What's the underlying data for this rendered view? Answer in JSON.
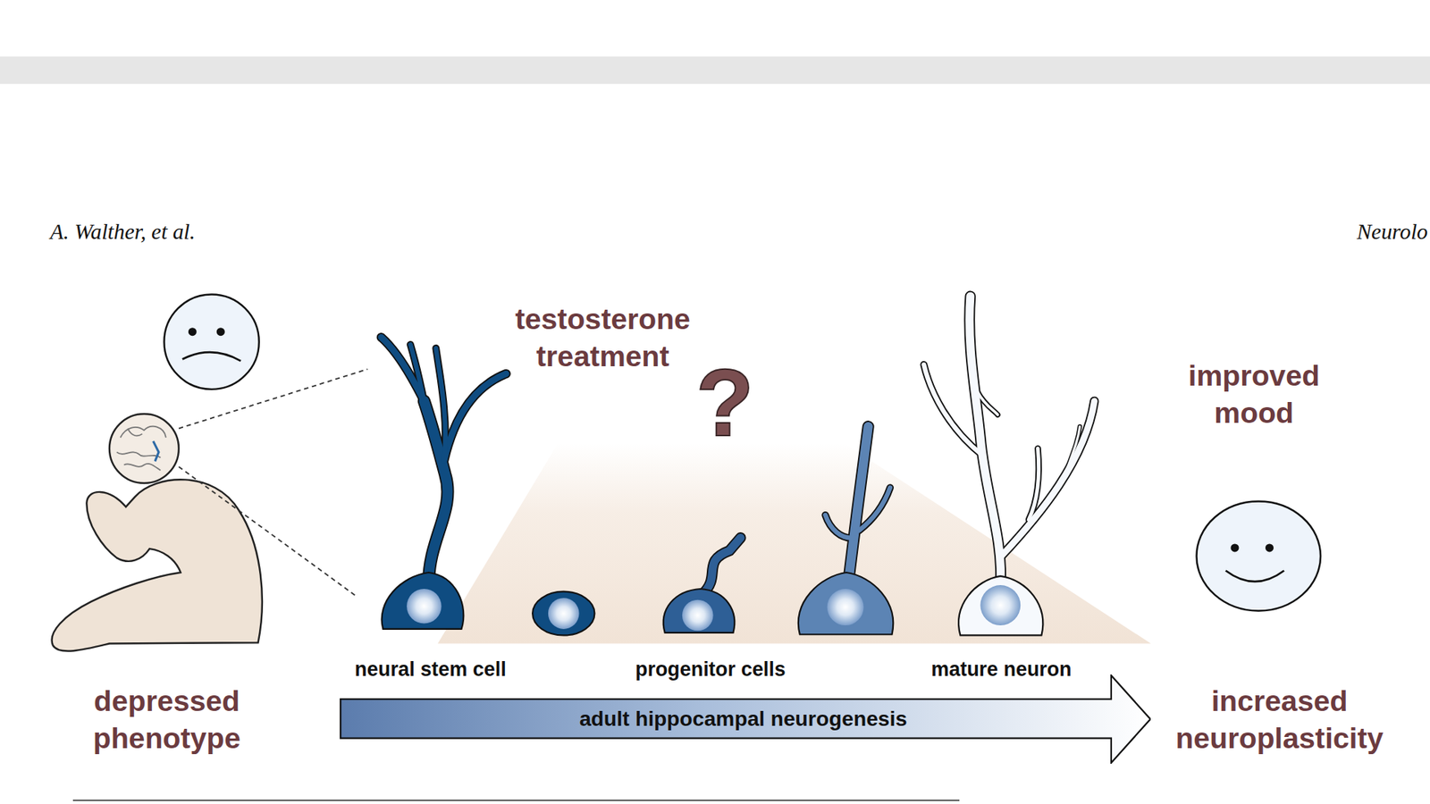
{
  "diagram": {
    "nodes": [
      {
        "text": [
          "adult hippocampal neurogenesis"
        ]
      }
    ],
    "labels": [
      "A. Walther, et al.",
      "Neurolo",
      "testosterone treatment",
      "?",
      "improved mood",
      "neural stem cell",
      "progenitor cells",
      "mature neuron",
      "depressed phenotype",
      "increased neuroplasticity"
    ]
  }
}
